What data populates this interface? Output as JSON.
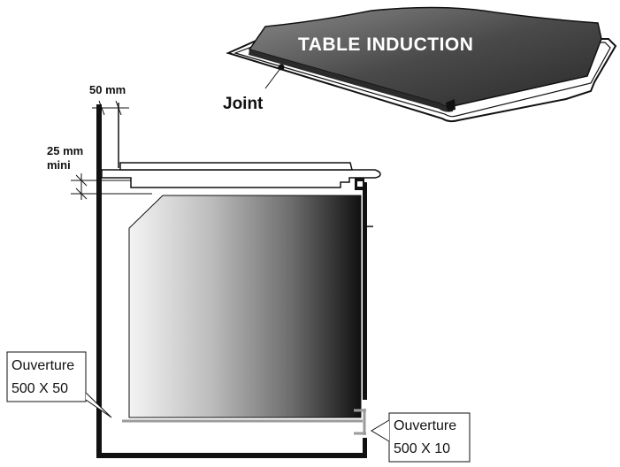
{
  "hob": {
    "title": "TABLE INDUCTION",
    "seal_label": "Joint"
  },
  "dimensions": {
    "side_clearance": "50 mm",
    "top_clearance_line1": "25 mm",
    "top_clearance_line2": "mini"
  },
  "openings": {
    "front_line1": "Ouverture",
    "front_line2": "500 X 50",
    "rear_line1": "Ouverture",
    "rear_line2": "500 X 10"
  },
  "colors": {
    "line": "#111111",
    "hob_dark": "#3a3a3a",
    "hob_light": "#9a9a9a",
    "gray_opening": "#9b9b9b"
  }
}
